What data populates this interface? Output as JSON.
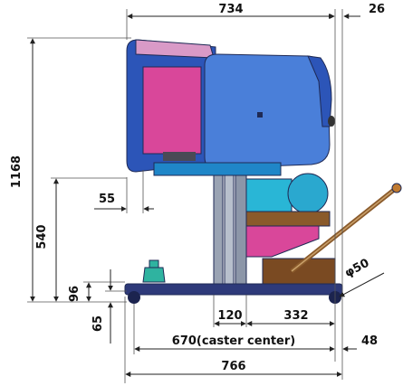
{
  "dimensions": {
    "top_width": "734",
    "top_offset": "26",
    "total_height": "1168",
    "stand_height": "540",
    "recess": "55",
    "base_height": "96",
    "caster_height": "65",
    "leg_width": "120",
    "leg_to_caster": "332",
    "caster_span": "670(caster center)",
    "caster_offset": "48",
    "overall_base_width": "766",
    "caster_diameter": "φ50"
  },
  "colors": {
    "blue": "#4a7fd9",
    "dark_blue": "#2c55b8",
    "magenta": "#d9479a",
    "cyan": "#29b6d6",
    "grey": "#8c96a8",
    "base_navy": "#2e3a7a",
    "brown": "#8a5a2b"
  }
}
